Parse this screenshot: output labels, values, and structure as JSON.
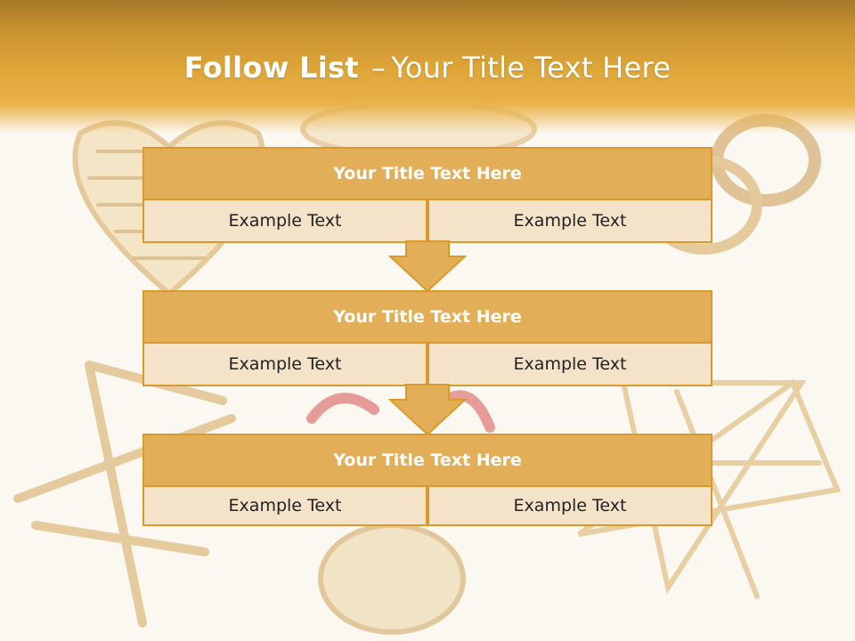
{
  "slide": {
    "title_bold": "Follow List",
    "title_separator": "–",
    "title_rest": "Your Title Text Here"
  },
  "blocks": [
    {
      "title": "Your Title Text Here",
      "left": "Example Text",
      "right": "Example Text"
    },
    {
      "title": "Your Title Text Here",
      "left": "Example Text",
      "right": "Example Text"
    },
    {
      "title": "Your Title Text Here",
      "left": "Example Text",
      "right": "Example Text"
    }
  ],
  "colors": {
    "header": "#e0a83a",
    "block_title_fill": "#e2af58",
    "block_border": "#d99a2b",
    "cell_fill": "#f4e2c9",
    "arrow_fill": "#e2af58"
  }
}
